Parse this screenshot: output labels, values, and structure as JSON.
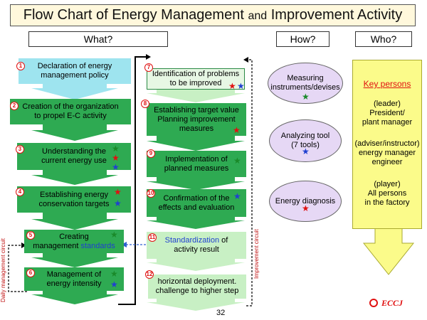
{
  "title": {
    "main": "Flow Chart of Energy Management",
    "and": "and",
    "rest": "Improvement Activity"
  },
  "headers": {
    "what": "What?",
    "how": "How?",
    "who": "Who?"
  },
  "steps": [
    {
      "n": "1",
      "line1": "Declaration of energy",
      "line2": "management policy"
    },
    {
      "n": "2",
      "line1": "Creation of the organization",
      "line2": "to propel E-C activity"
    },
    {
      "n": "3",
      "line1": "Understanding the",
      "line2": "current energy use"
    },
    {
      "n": "4",
      "line1": "Establishing energy",
      "line2": "conservation targets"
    },
    {
      "n": "5",
      "line1": "Creating",
      "line2a": "management",
      "line2b": "standards"
    },
    {
      "n": "6",
      "line1": "Management of",
      "line2": "energy intensity"
    },
    {
      "n": "7",
      "line1": "Identification of problems",
      "line2": "to be improved"
    },
    {
      "n": "8",
      "line1": "Establishing target value",
      "line2": "Planning improvement",
      "line3": "measures"
    },
    {
      "n": "9",
      "line1": "Implementation of",
      "line2": "planned measures"
    },
    {
      "n": "10",
      "line1": "Confirmation of the",
      "line2": "effects and evaluation"
    },
    {
      "n": "11",
      "line1a": "Standardization",
      "line1b": "of",
      "line2": "activity result"
    },
    {
      "n": "12",
      "line1": "horizontal deployment.",
      "line2": "challenge to higher step"
    }
  ],
  "how": [
    {
      "line1": "Measuring",
      "line2": "instruments/devises"
    },
    {
      "line1": "Analyzing tool",
      "line2": "(7 tools)"
    },
    {
      "line1": "Energy diagnosis"
    }
  ],
  "who": {
    "heading": "Key persons",
    "groups": [
      {
        "role": "(leader)",
        "l1": "President/",
        "l2": "plant manager"
      },
      {
        "role": "(adviser/instructor)",
        "l1": "energy manager",
        "l2": "engineer"
      },
      {
        "role": "(player)",
        "l1": "All persons",
        "l2": "in the factory"
      }
    ]
  },
  "side_labels": {
    "daily": "Daily management circuit",
    "improvement": "Improvement circuit"
  },
  "page_number": "32",
  "logo": "ECCJ",
  "star_colors": {
    "green": "#1a8a2a",
    "red": "#e01010",
    "blue": "#2040d0"
  }
}
